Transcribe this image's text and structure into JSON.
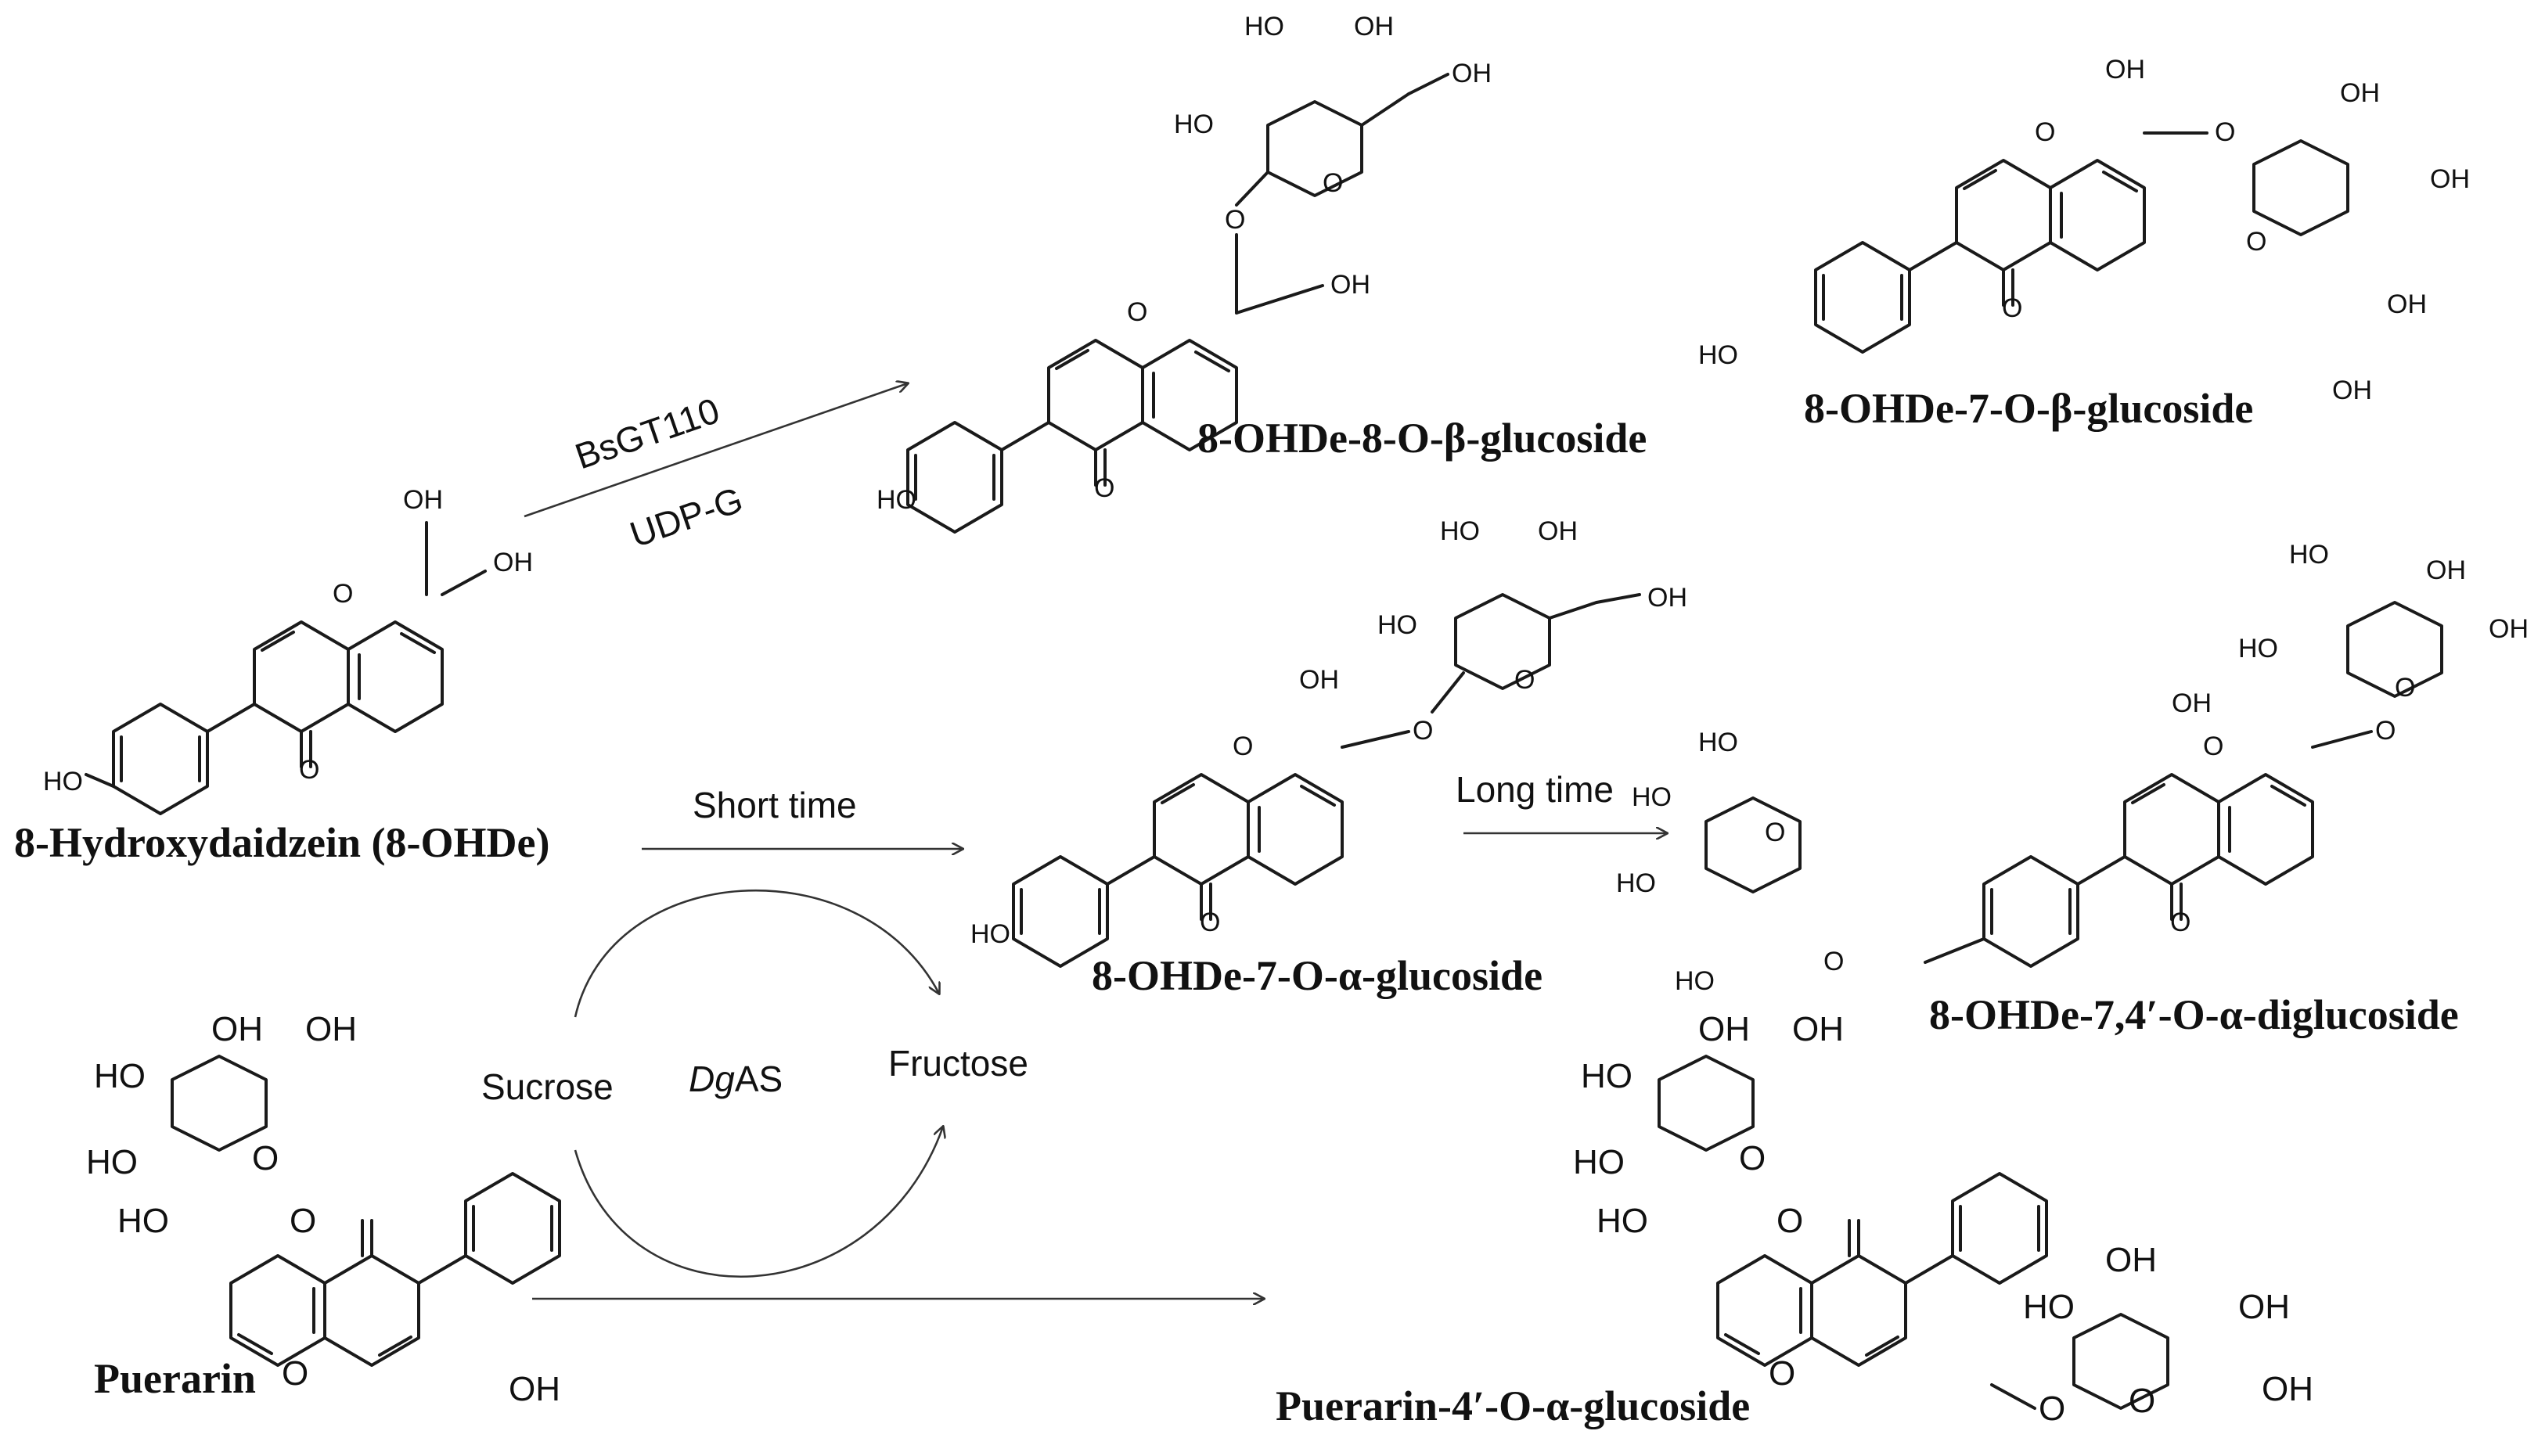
{
  "compounds": {
    "substrate": {
      "name": "8-Hydroxydaidzein (8-OHDe)"
    },
    "product_8_beta": {
      "name": "8-OHDe-8-O-β-glucoside"
    },
    "product_7_beta": {
      "name": "8-OHDe-7-O-β-glucoside"
    },
    "product_7_alpha": {
      "name": "8-OHDe-7-O-α-glucoside"
    },
    "product_diglucoside": {
      "name": "8-OHDe-7,4′-O-α-diglucoside"
    },
    "puerarin": {
      "name": "Puerarin"
    },
    "puerarin_product": {
      "name": "Puerarin-4′-O-α-glucoside"
    }
  },
  "reactions": {
    "enzyme_top": "BsGT110",
    "cofactor_top": "UDP-G",
    "short_time": "Short time",
    "long_time": "Long time",
    "sucrose": "Sucrose",
    "enzyme_mid_italic": "Dg",
    "enzyme_mid_rest": "AS",
    "fructose": "Fructose"
  },
  "atom_labels": {
    "hydroxyl": "OH",
    "hydroxyl_left": "HO",
    "ring_oxygen": "O"
  }
}
